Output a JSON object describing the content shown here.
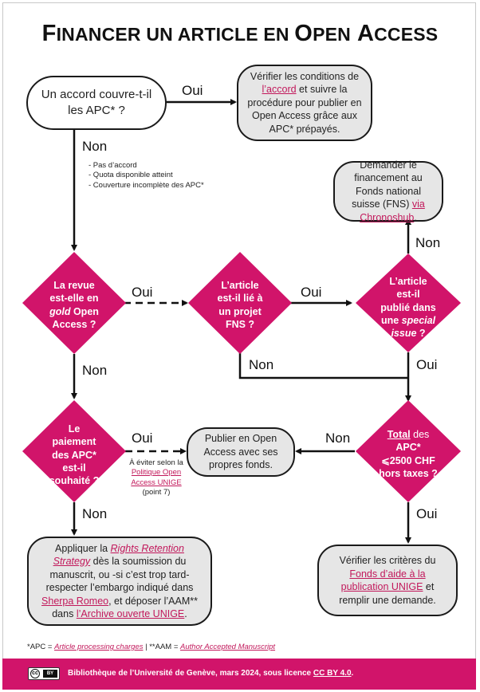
{
  "title": {
    "F": "F",
    "inancer": "INANCER",
    "un_article_en": " UN ARTICLE EN ",
    "O": "O",
    "pen": "PEN",
    "space": " ",
    "A": "A",
    "ccess": "CCESS"
  },
  "q_accord": {
    "line1": "Un accord couvre-t-il",
    "line2": "les APC* ?"
  },
  "verifier_accord": {
    "t1": "Vérifier les conditions de",
    "link": "l’accord",
    "t2": " et suivre la procédure pour publier en Open Access grâce aux APC* prépayés."
  },
  "labels": {
    "oui": "Oui",
    "non": "Non"
  },
  "reasons": [
    "- Pas d’accord",
    "- Quota disponible atteint",
    "- Couverture incomplète des APC*"
  ],
  "fns_box": {
    "t1": "Demander le financement au Fonds national suisse (FNS)",
    "link": "via Chronoshub",
    "t2": "."
  },
  "d_gold": {
    "l1": "La revue",
    "l2": "est-elle en",
    "l3_em": "gold",
    "l3_rest": " Open",
    "l4": "Access ?"
  },
  "d_fns": {
    "l1": "L’article",
    "l2": "est-il lié à",
    "l3": "un projet",
    "l4": "FNS ?"
  },
  "d_special": {
    "l1": "L’article",
    "l2": "est-il",
    "l3": "publié dans",
    "l4_a": "une ",
    "l4_em": "special",
    "l5_em": "issue",
    "l5_rest": " ?"
  },
  "d_paiement": {
    "l1": "Le",
    "l2": "paiement",
    "l3": "des APC*",
    "l4": "est-il",
    "l5": "souhaité ?"
  },
  "d_total": {
    "l1_b": "Total",
    "l1_rest": " des",
    "l2": "APC*",
    "l3": "⩽2500 CHF",
    "l4": "hors taxes ?"
  },
  "publier_box": {
    "text": "Publier en Open Access avec ses propres fonds."
  },
  "avoid_note": {
    "l1": "À éviter selon la",
    "link1": "Politique Open",
    "link2": "Access UNIGE",
    "l4": "(point 7)"
  },
  "rrs_box": {
    "t1": "Appliquer la ",
    "link1": "Rights Retention Strategy",
    "t2": " dès la soumission du manuscrit, ou -si c’est trop tard- respecter l’embargo indiqué dans ",
    "link2": "Sherpa Romeo",
    "t3": ", et déposer l’AAM** dans ",
    "link3": "l’Archive ouverte UNIGE",
    "t4": "."
  },
  "fonds_box": {
    "t1": "Vérifier les critères du ",
    "link": "Fonds d’aide à la publication UNIGE",
    "t2": " et remplir une demande."
  },
  "footnote": {
    "apc": "*APC = ",
    "apc_link": "Article processing charges",
    "sep": "  |  ",
    "aam": "**AAM = ",
    "aam_link": "Author Accepted Manuscript"
  },
  "footer": {
    "text": "Bibliothèque de l’Université de Genève, mars 2024, sous licence ",
    "license": "CC BY 4.0",
    "end": ".",
    "cc_badge": "cc",
    "by_badge": "BY"
  },
  "colors": {
    "magenta": "#d1146a",
    "grey_box": "#e6e6e6",
    "link": "#c2185b"
  }
}
